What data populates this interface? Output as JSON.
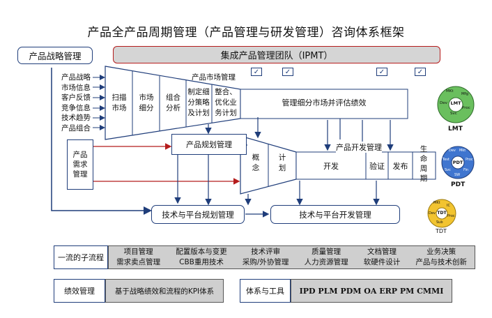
{
  "title": "产品全产品周期管理（产品管理与研发管理）咨询体系框架",
  "ipmt": "集成产品管理团队（IPMT）",
  "strategy_box": "产品战略管理",
  "inputs": [
    "产品战略",
    "市场信息",
    "客户反馈",
    "竞争信息",
    "技术趋势",
    "产品组合"
  ],
  "market_mgmt_label": "产品市场管理",
  "market_steps": [
    "扫描\n市场",
    "市场\n细分",
    "组合\n分析",
    "制定细\n分策略\n及计划",
    "整合、\n优化业\n务计划"
  ],
  "market_perf": "管理细分市场并评估绩效",
  "demand_box": "产品\n需求\n管理",
  "planning_box": "产品规划管理",
  "dev_mgmt_label": "产品开发管理",
  "dev_steps": [
    "概\n念",
    "计\n划",
    "开发",
    "验证",
    "发布",
    "生\n命\n周\n期"
  ],
  "tech_plan_box": "技术与平台规划管理",
  "tech_dev_box": "技术与平台开发管理",
  "teams": {
    "lmt": {
      "center": "LMT",
      "label": "LMT",
      "segments": [
        "MKt",
        "Mfg",
        "Proc",
        "Svc",
        "Dev"
      ]
    },
    "pdt": {
      "center": "PDT",
      "label": "PDT",
      "segments": [
        "Dev",
        "Mkt",
        "Proc",
        "Fin",
        "SW",
        "Svc",
        "Test"
      ]
    },
    "tdt": {
      "center": "TDT",
      "label": "TDT",
      "segments": [
        "MKt",
        "IC",
        "Proc",
        "Sub",
        "Dev"
      ]
    }
  },
  "checks": [
    "✓",
    "✓",
    "✓",
    "✓"
  ],
  "subprocess": {
    "label": "一流的子流程",
    "items": [
      [
        "项目管理",
        "需求卖点管理"
      ],
      [
        "配置版本与变更",
        "CBB重用技术"
      ],
      [
        "技术评审",
        "采购/外协管理"
      ],
      [
        "质量管理",
        "人力资源管理"
      ],
      [
        "文档管理",
        "软硬件设计"
      ],
      [
        "业务决策",
        "产品与技术创新"
      ]
    ]
  },
  "perf": {
    "label": "绩效管理",
    "text": "基于战略绩效和流程的KPI体系"
  },
  "tools": {
    "label": "体系与工具",
    "text": "IPD PLM PDM OA ERP PM CMMI"
  }
}
